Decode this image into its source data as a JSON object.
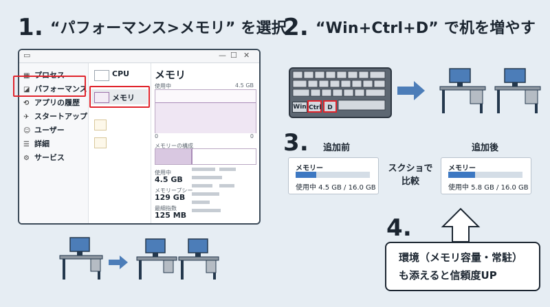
{
  "steps": {
    "s1": {
      "num": "1.",
      "text": "“パフォーマンス>メモリ” を選択"
    },
    "s2": {
      "num": "2.",
      "text": "“Win+Ctrl+D” で机を増やす"
    },
    "s3": {
      "num": "3."
    },
    "s4": {
      "num": "4."
    }
  },
  "taskmgr": {
    "sidebar": [
      {
        "icon": "processes-icon",
        "glyph": "▦",
        "label": "プロセス"
      },
      {
        "icon": "performance-icon",
        "glyph": "◪",
        "label": "パフォーマンス"
      },
      {
        "icon": "history-icon",
        "glyph": "⟲",
        "label": "アプリの履歴"
      },
      {
        "icon": "startup-icon",
        "glyph": "✈",
        "label": "スタートアップ"
      },
      {
        "icon": "users-icon",
        "glyph": "☺",
        "label": "ユーザー"
      },
      {
        "icon": "details-icon",
        "glyph": "☰",
        "label": "詳細"
      },
      {
        "icon": "services-icon",
        "glyph": "⚙",
        "label": "サービス"
      }
    ],
    "mid": {
      "cpu": "CPU",
      "memory": "メモリ"
    },
    "panel": {
      "title": "メモリ",
      "usage_label": "使用中",
      "max": "4.5 GB",
      "zero_left": "0",
      "zero_right": "0",
      "composition": "メモリーの構成",
      "in_use_label": "使用中",
      "in_use_value": "4.5 GB",
      "commit_label": "メモリープシー",
      "commit_value": "129 GB",
      "cache_label": "最細指数",
      "cache_value": "125 MB"
    }
  },
  "keyboard": {
    "win": "Win",
    "ctrl": "Ctrl",
    "d": "D"
  },
  "compare": {
    "before_label": "追加前",
    "after_label": "追加後",
    "middle": [
      "スクショで",
      "比較"
    ],
    "before": {
      "title": "メモリー",
      "usage": "使用中 4.5 GB / 16.0 GB",
      "fraction": 0.28
    },
    "after": {
      "title": "メモリー",
      "usage": "使用中 5.8 GB / 16.0 GB",
      "fraction": 0.36
    }
  },
  "bubble": {
    "line1": "環境（メモリ容量・常駐）",
    "line2": "も添えると信頼度UP"
  }
}
